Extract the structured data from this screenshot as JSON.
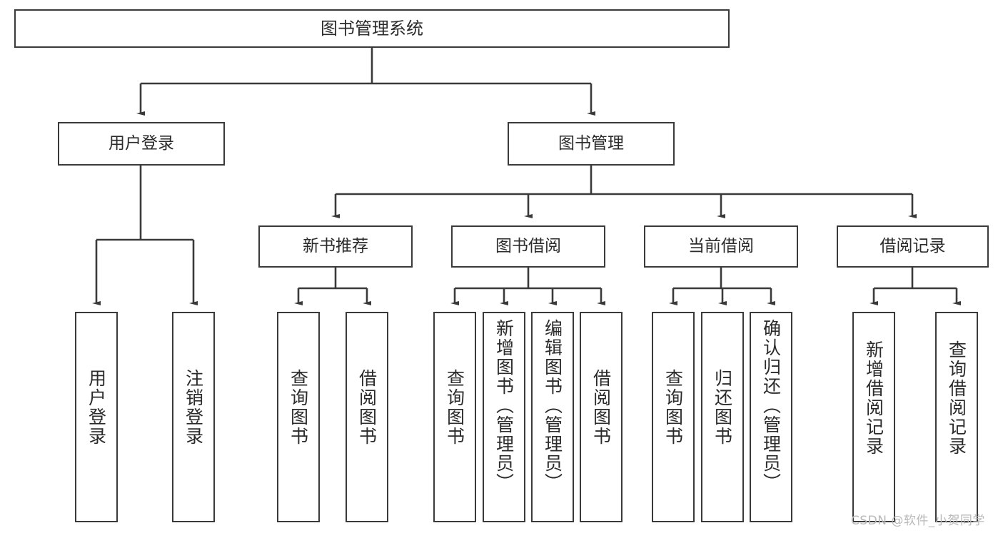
{
  "diagram": {
    "type": "tree-hierarchy",
    "title": "图书管理系统",
    "root": {
      "id": "root",
      "label": "图书管理系统"
    },
    "level2": [
      {
        "id": "user-login",
        "label": "用户登录"
      },
      {
        "id": "book-manage",
        "label": "图书管理"
      }
    ],
    "level3": [
      {
        "id": "new-book-rec",
        "label": "新书推荐"
      },
      {
        "id": "book-borrow",
        "label": "图书借阅"
      },
      {
        "id": "current-borrow",
        "label": "当前借阅"
      },
      {
        "id": "borrow-record",
        "label": "借阅记录"
      }
    ],
    "leaves": {
      "user_login": [
        {
          "id": "leaf-user-login",
          "label": "用户登录"
        },
        {
          "id": "leaf-logout",
          "label": "注销登录"
        }
      ],
      "new_book_rec": [
        {
          "id": "leaf-query-book-1",
          "label": "查询图书"
        },
        {
          "id": "leaf-borrow-book-1",
          "label": "借阅图书"
        }
      ],
      "book_borrow": [
        {
          "id": "leaf-query-book-2",
          "label": "查询图书"
        },
        {
          "id": "leaf-add-book",
          "label": "新增图书（管理员）"
        },
        {
          "id": "leaf-edit-book",
          "label": "编辑图书（管理员）"
        },
        {
          "id": "leaf-borrow-book-2",
          "label": "借阅图书"
        }
      ],
      "current_borrow": [
        {
          "id": "leaf-query-book-3",
          "label": "查询图书"
        },
        {
          "id": "leaf-return-book",
          "label": "归还图书"
        },
        {
          "id": "leaf-confirm-return",
          "label": "确认归还（管理员）"
        }
      ],
      "borrow_record": [
        {
          "id": "leaf-add-record",
          "label": "新增借阅记录"
        },
        {
          "id": "leaf-query-record",
          "label": "查询借阅记录"
        }
      ]
    }
  },
  "watermark": {
    "text": "CSDN @软件_小贺同学"
  },
  "colors": {
    "background": "#ffffff",
    "node_border": "#3a3a3a",
    "node_fill": "#ffffff",
    "edge": "#3a3a3a",
    "text": "#2b2b2b",
    "watermark": "#b9b9b9"
  }
}
